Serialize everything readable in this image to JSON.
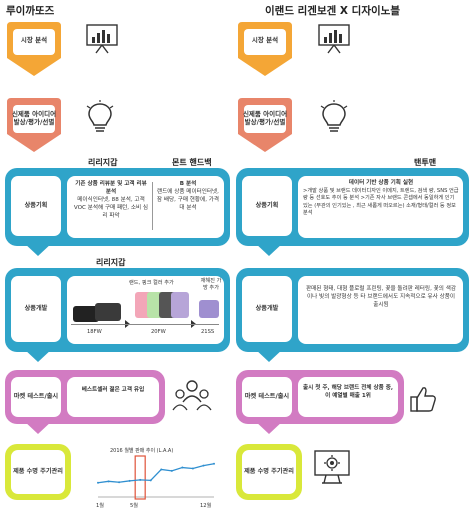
{
  "left_column": {
    "title": "루이까또즈",
    "stage1": "시장 분석",
    "stage2": "신제품 아이디어 발상/평가/선별",
    "stage3_header": "리리지갑",
    "stage3_header2": "몬트 핸드백",
    "stage3": "상품기획",
    "stage3_text_a_title": "기존 상품 리뷰분 및 고객 리뷰 분석",
    "stage3_text_a": "메이식인터넷, 88 분석, 고객 VOC 분석해 구매 패턴, 소비 심리 파악",
    "stage3_text_b_title": "B 분석",
    "stage3_text_b": "랜드에 상품 메이터인터넷, 잠 배당, 구매 현황에, 가격대 분석",
    "stage4_header": "리리지갑",
    "stage4": "상품개발",
    "stage4_label_top": "랜드, 핑크 컬러 추가",
    "stage4_label_right": "재해진 가방 추가",
    "stage4_season_1": "18FW",
    "stage4_season_2": "20FW",
    "stage4_season_3": "21SS",
    "stage5": "마켓 테스트/출시",
    "stage5_text": "베스트셀러 젊은 고객 유입",
    "stage6": "제품 수명 주기관리",
    "chart_title": "2016 월별 판매 추이 (L.A.A)",
    "chart_x_labels": [
      "1월",
      "5월",
      "12월"
    ]
  },
  "right_column": {
    "title": "이랜드 리겐보겐 X 디자이노블",
    "stage1": "시장 분석",
    "stage2": "신제품 아이디어 발상/평가/선별",
    "stage3_header": "탠투맨",
    "stage3": "상품기획",
    "stage3_text_title": "데이터 기반 상품 기획 실현",
    "stage3_text": ">개발 상품 및 브랜드 데이터디자인 이메지, 트렌드, 검색 량, SNS 언급량 등 선호도 추이 등 분석 >기존 자사 브랜드 콘셉에서 동일하게 인기있는 (무관의 인기있는 , 최근 새롭게 떠오르는) 소재/형태/컬러 등 정보 분석",
    "stage4": "상품개발",
    "stage4_text": "판매된 형태, 대형 플로럴 프린팅, 꽃을 돌려판 레터링, 꽃의 색감이나 빛의 발광형상 등 타 브랜드에서도 지속적으로 유사 상품이 출시됨",
    "stage5": "마켓 테스트/출시",
    "stage5_text": "출시 첫 주, 해당 브랜드 전체 상품 중, 이 예열별 매출 1위",
    "stage6": "제품 수명 주기관리"
  },
  "colors": {
    "orange": "#f4a636",
    "salmon": "#e8856a",
    "blue": "#2fa4c9",
    "pink": "#d27bc2",
    "yellow": "#d9e83a",
    "pink_wallet": "#f3a6b8",
    "green_wallet": "#b8e3a8",
    "purple_wallet": "#b7a5d8"
  },
  "chart_data": {
    "type": "line",
    "title": "2016 월별 판매 추이 (L.A.A)",
    "x": [
      1,
      2,
      3,
      4,
      5,
      6,
      7,
      8,
      9,
      10,
      11,
      12
    ],
    "x_tick_labels": [
      "1월",
      "5월",
      "12월"
    ],
    "series": [
      {
        "values": [
          30,
          33,
          31,
          34,
          36,
          35,
          58,
          55,
          62,
          60,
          66,
          70
        ]
      }
    ],
    "highlight": "5월",
    "ylim": [
      0,
      80
    ]
  }
}
